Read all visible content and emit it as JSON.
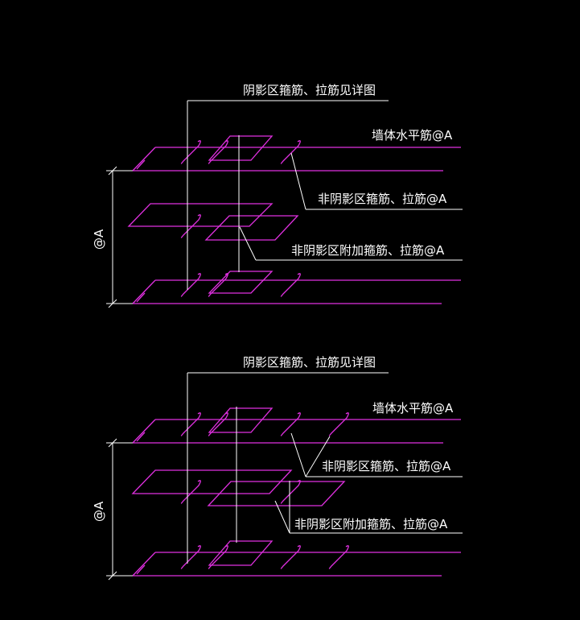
{
  "colors": {
    "background": "#000000",
    "rebar": "#e030e0",
    "leader": "#ffffff"
  },
  "details": [
    {
      "label_top": "阴影区箍筋、拉筋见详图",
      "label_horizontal": "墙体水平筋@A",
      "label_non_shadow": "非阴影区箍筋、拉筋@A",
      "label_additional": "非阴影区附加箍筋、拉筋@A",
      "dimension_label": "@A"
    },
    {
      "label_top": "阴影区箍筋、拉筋见详图",
      "label_horizontal": "墙体水平筋@A",
      "label_non_shadow": "非阴影区箍筋、拉筋@A",
      "label_additional": "非阴影区附加箍筋、拉筋@A",
      "dimension_label": "@A"
    }
  ]
}
